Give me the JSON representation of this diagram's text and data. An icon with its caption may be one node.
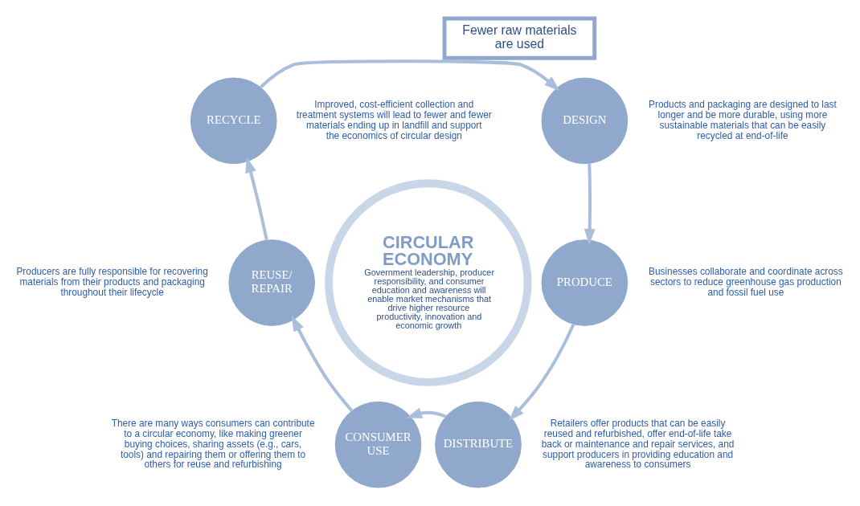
{
  "diagram": {
    "nodes": [
      {
        "text": [
          "Fewer raw materials are used"
        ]
      },
      {
        "text": [
          "RECYCLE"
        ],
        "beside": [
          "Improved, cost-efficient collection and treatment systems will lead to fewer and fewer materials ending up in landfill and support the economics of circular design"
        ]
      },
      {
        "text": [
          "DESIGN"
        ],
        "beside": [
          "Products and packaging are designed to last longer and be more durable, using more sustainable materials that can be easily recycled at end-of-life"
        ]
      },
      {
        "text": [
          "CIRCULAR ECONOMY",
          "Government leadership, producer responsibility, and consumer education and awareness will enable market mechanisms that drive higher resource productivity, innovation and economic growth"
        ]
      },
      {
        "text": [
          "REUSE/ REPAIR"
        ],
        "beside": [
          "Producers are fully responsible for recovering materials from their products and packaging throughout their lifecycle"
        ]
      },
      {
        "text": [
          "PRODUCE"
        ],
        "beside": [
          "Businesses collaborate and coordinate across sectors to reduce greenhouse gas production and fossil fuel use"
        ]
      },
      {
        "text": [
          "CONSUMER USE"
        ],
        "beside": [
          "There are many ways consumers can contribute to a circular economy, like making greener buying choices, sharing assets (e.g., cars, tools) and repairing them or offering them to others for reuse and refurbishing"
        ]
      },
      {
        "text": [
          "DISTRIBUTE"
        ],
        "beside": [
          "Retailers offer products that can be easily reused and refurbished, offer end-of-life take back or maintenance and repair services, and support producers in providing education and awareness to consumers"
        ]
      }
    ],
    "edges": [
      {
        "from": 1,
        "to": 2,
        "arrow": "to"
      },
      {
        "from": 2,
        "to": 5,
        "arrow": "to"
      },
      {
        "from": 5,
        "to": 7,
        "arrow": "to"
      },
      {
        "from": 7,
        "to": 6,
        "arrow": "to"
      },
      {
        "from": 6,
        "to": 4,
        "arrow": "to"
      },
      {
        "from": 4,
        "to": 1,
        "arrow": "to"
      }
    ]
  }
}
